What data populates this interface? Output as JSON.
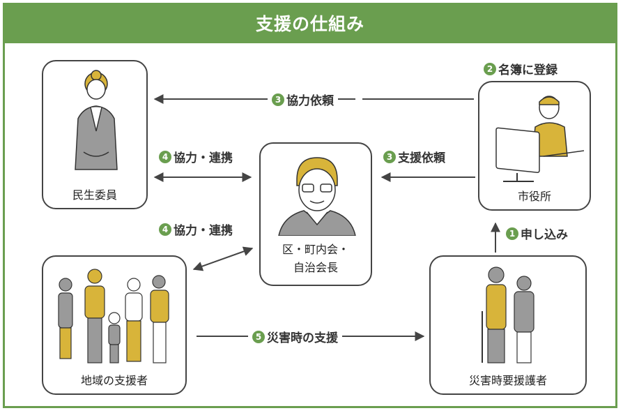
{
  "title": "支援の仕組み",
  "nodes": {
    "minsei": "民生委員",
    "shiyakusho": "市役所",
    "chonaikai_line1": "区・町内会・",
    "chonaikai_line2": "自治会長",
    "shiensha": "地域の支援者",
    "yoengo": "災害時要援護者"
  },
  "steps": {
    "s1": {
      "num": "1",
      "label": "申し込み"
    },
    "s2": {
      "num": "2",
      "label": "名簿に登録"
    },
    "s3a": {
      "num": "3",
      "label": "協力依頼"
    },
    "s3b": {
      "num": "3",
      "label": "支援依頼"
    },
    "s4a": {
      "num": "4",
      "label": "協力・連携"
    },
    "s4b": {
      "num": "4",
      "label": "協力・連携"
    },
    "s5": {
      "num": "5",
      "label": "災害時の支援"
    }
  },
  "colors": {
    "accent": "#6a9e4f",
    "figure_yellow": "#d8b43a",
    "figure_gray": "#9a9a9a"
  }
}
